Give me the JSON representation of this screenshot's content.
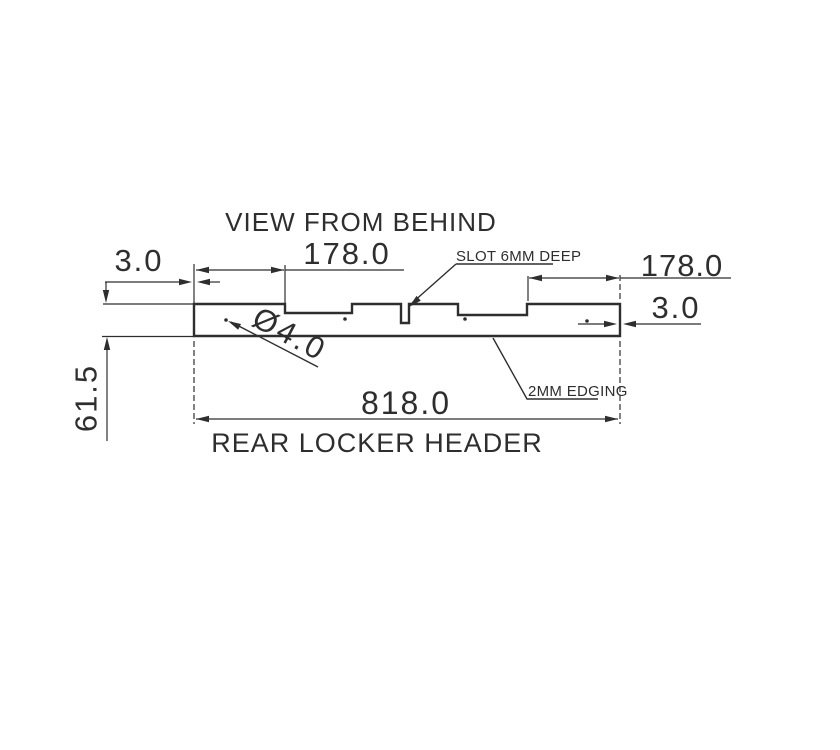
{
  "drawing": {
    "view_title": "VIEW FROM BEHIND",
    "part_title": "REAR LOCKER HEADER",
    "dim_span_left": "178.0",
    "dim_span_right": "178.0",
    "dim_edge_left": "3.0",
    "dim_edge_right": "3.0",
    "dim_overall": "818.0",
    "dim_height": "61.5",
    "dim_hole_diameter": "Ø4.0",
    "label_slot": "SLOT 6MM DEEP",
    "label_edging": "2MM EDGING",
    "ink_color": "#2e2e2e",
    "paper_color": "#ffffff"
  }
}
